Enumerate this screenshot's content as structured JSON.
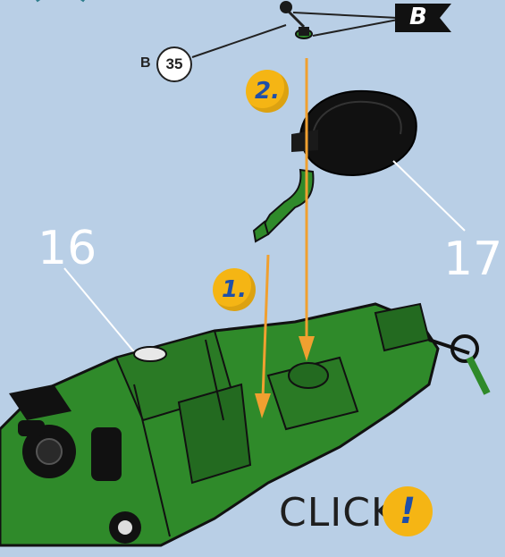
{
  "part_labels": {
    "tractor_part": "16",
    "seat_part": "17"
  },
  "steps": [
    {
      "label": "1."
    },
    {
      "label": "2."
    }
  ],
  "parts_bag": {
    "letter": "B",
    "count": "35"
  },
  "flag": {
    "letter": "B"
  },
  "instruction": {
    "text": "CLICK",
    "icon_symbol": "!"
  },
  "colors": {
    "background": "#b9cfe6",
    "model_green": "#2f8a2a",
    "arrow_orange": "#f0a030",
    "badge_yellow": "#f5b514",
    "badge_text_blue": "#1f4fa8"
  }
}
